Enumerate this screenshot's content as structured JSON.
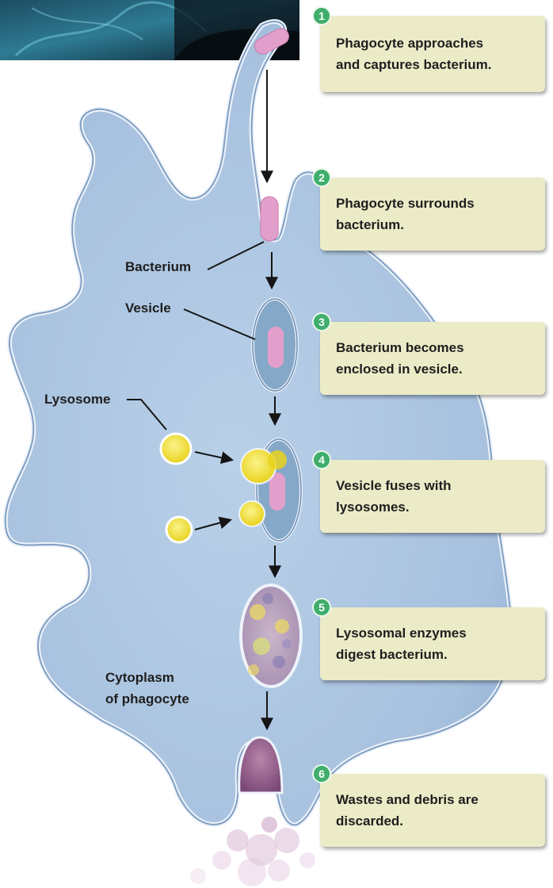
{
  "labels": {
    "bacterium": "Bacterium",
    "vesicle": "Vesicle",
    "lysosome": "Lysosome",
    "cytoplasm": "Cytoplasm\nof phagocyte"
  },
  "steps": [
    {
      "number": "1",
      "text": "Phagocyte approaches\nand captures bacterium."
    },
    {
      "number": "2",
      "text": "Phagocyte surrounds\nbacterium."
    },
    {
      "number": "3",
      "text": "Bacterium becomes\nenclosed in vesicle."
    },
    {
      "number": "4",
      "text": "Vesicle fuses with\nlysosomes."
    },
    {
      "number": "5",
      "text": "Lysosomal enzymes\ndigest bacterium."
    },
    {
      "number": "6",
      "text": "Wastes and debris are\ndiscarded."
    }
  ],
  "colors": {
    "cell_fill": "#a9c3df",
    "cell_outline": "#7f9fc3",
    "bacterium": "#e39fcb",
    "lysosome": "#f4e13a",
    "vesicle_fill": "#86a8c8",
    "step_box": "#ecebc8",
    "step_badge": "#3fae6c"
  }
}
